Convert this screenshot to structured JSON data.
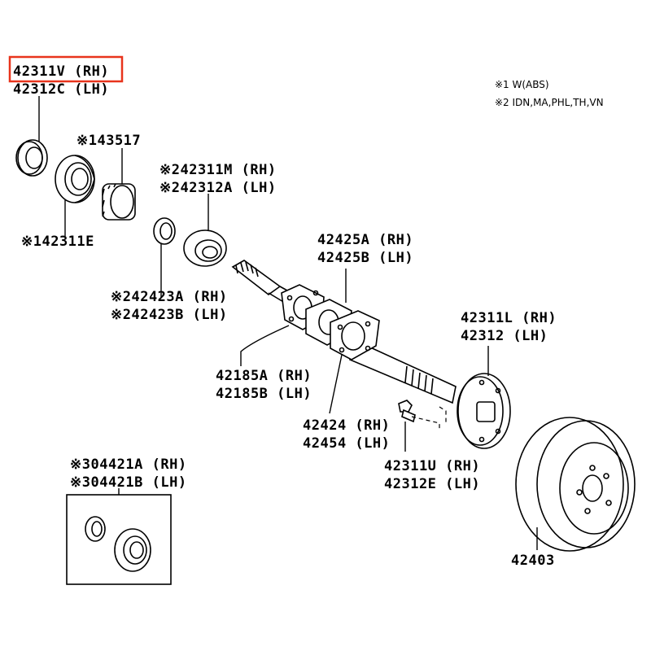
{
  "highlight_color": "#e8341c",
  "notes": {
    "n1": "※1 W(ABS)",
    "n2": "※2 IDN,MA,PHL,TH,VN"
  },
  "labels": {
    "p42311V": "42311V (RH)",
    "p42312C": "42312C (LH)",
    "p43517": "※143517",
    "p42311E": "※142311E",
    "p42311M": "※242311M (RH)",
    "p42312A": "※242312A (LH)",
    "p42423A": "※242423A (RH)",
    "p42423B": "※242423B (LH)",
    "p42425A": "42425A (RH)",
    "p42425B": "42425B (LH)",
    "p42185A": "42185A (RH)",
    "p42185B": "42185B (LH)",
    "p42311L": "42311L (RH)",
    "p42312": "42312 (LH)",
    "p42424": "42424 (RH)",
    "p42454": "42454 (LH)",
    "p42311U": "42311U (RH)",
    "p42312E": "42312E (LH)",
    "p04421A": "※304421A (RH)",
    "p04421B": "※304421B (LH)",
    "p42403": "42403"
  }
}
